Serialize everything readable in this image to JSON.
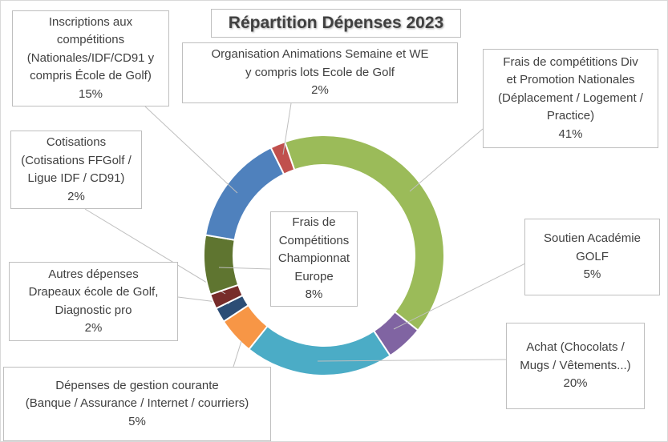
{
  "chart_data": {
    "type": "pie",
    "variant": "donut",
    "title": "Répartition Dépenses 2023",
    "start_angle_deg": -19,
    "slices": [
      {
        "name": "Frais de compétitions Div et Promotion Nationales (Déplacement / Logement / Practice)",
        "lines": [
          "Frais de compétitions Div",
          "et Promotion Nationales",
          "(Déplacement / Logement /",
          "Practice)"
        ],
        "value": 41,
        "label": "41%",
        "color": "#9BBB59"
      },
      {
        "name": "Soutien Académie GOLF",
        "lines": [
          "Soutien Académie",
          "GOLF"
        ],
        "value": 5,
        "label": "5%",
        "color": "#8064A2"
      },
      {
        "name": "Achat (Chocolats / Mugs / Vêtements...)",
        "lines": [
          "Achat (Chocolats /",
          "Mugs / Vêtements...)"
        ],
        "value": 20,
        "label": "20%",
        "color": "#4BACC6"
      },
      {
        "name": "Dépenses de gestion courante (Banque / Assurance / Internet / courriers)",
        "lines": [
          "Dépenses de gestion courante",
          "(Banque / Assurance / Internet / courriers)"
        ],
        "value": 5,
        "label": "5%",
        "color": "#F79646"
      },
      {
        "name": "Autres dépenses Drapeaux école de Golf, Diagnostic pro",
        "lines": [
          "Autres dépenses",
          "Drapeaux école de Golf,",
          "Diagnostic pro"
        ],
        "value": 2,
        "label": "2%",
        "color": "#2C4D75"
      },
      {
        "name": "Cotisations (Cotisations FFGolf / Ligue IDF / CD91)",
        "lines": [
          "Cotisations",
          "(Cotisations FFGolf /",
          "Ligue IDF / CD91)"
        ],
        "value": 2,
        "label": "2%",
        "color": "#772C2A"
      },
      {
        "name": "Frais de Compétitions Championnat Europe",
        "lines": [
          "Frais de",
          "Compétitions",
          "Championnat",
          "Europe"
        ],
        "value": 8,
        "label": "8%",
        "color": "#5F7530"
      },
      {
        "name": "Inscriptions aux compétitions (Nationales/IDF/CD91 y compris École de Golf)",
        "lines": [
          "Inscriptions aux",
          "compétitions",
          "(Nationales/IDF/CD91 y",
          "compris École de Golf)"
        ],
        "value": 15,
        "label": "15%",
        "color": "#4F81BD"
      },
      {
        "name": "Organisation Animations Semaine et WE y compris lots Ecole de Golf",
        "lines": [
          "Organisation Animations Semaine et WE",
          "y compris lots Ecole de Golf"
        ],
        "value": 2,
        "label": "2%",
        "color": "#C0504D"
      }
    ]
  }
}
